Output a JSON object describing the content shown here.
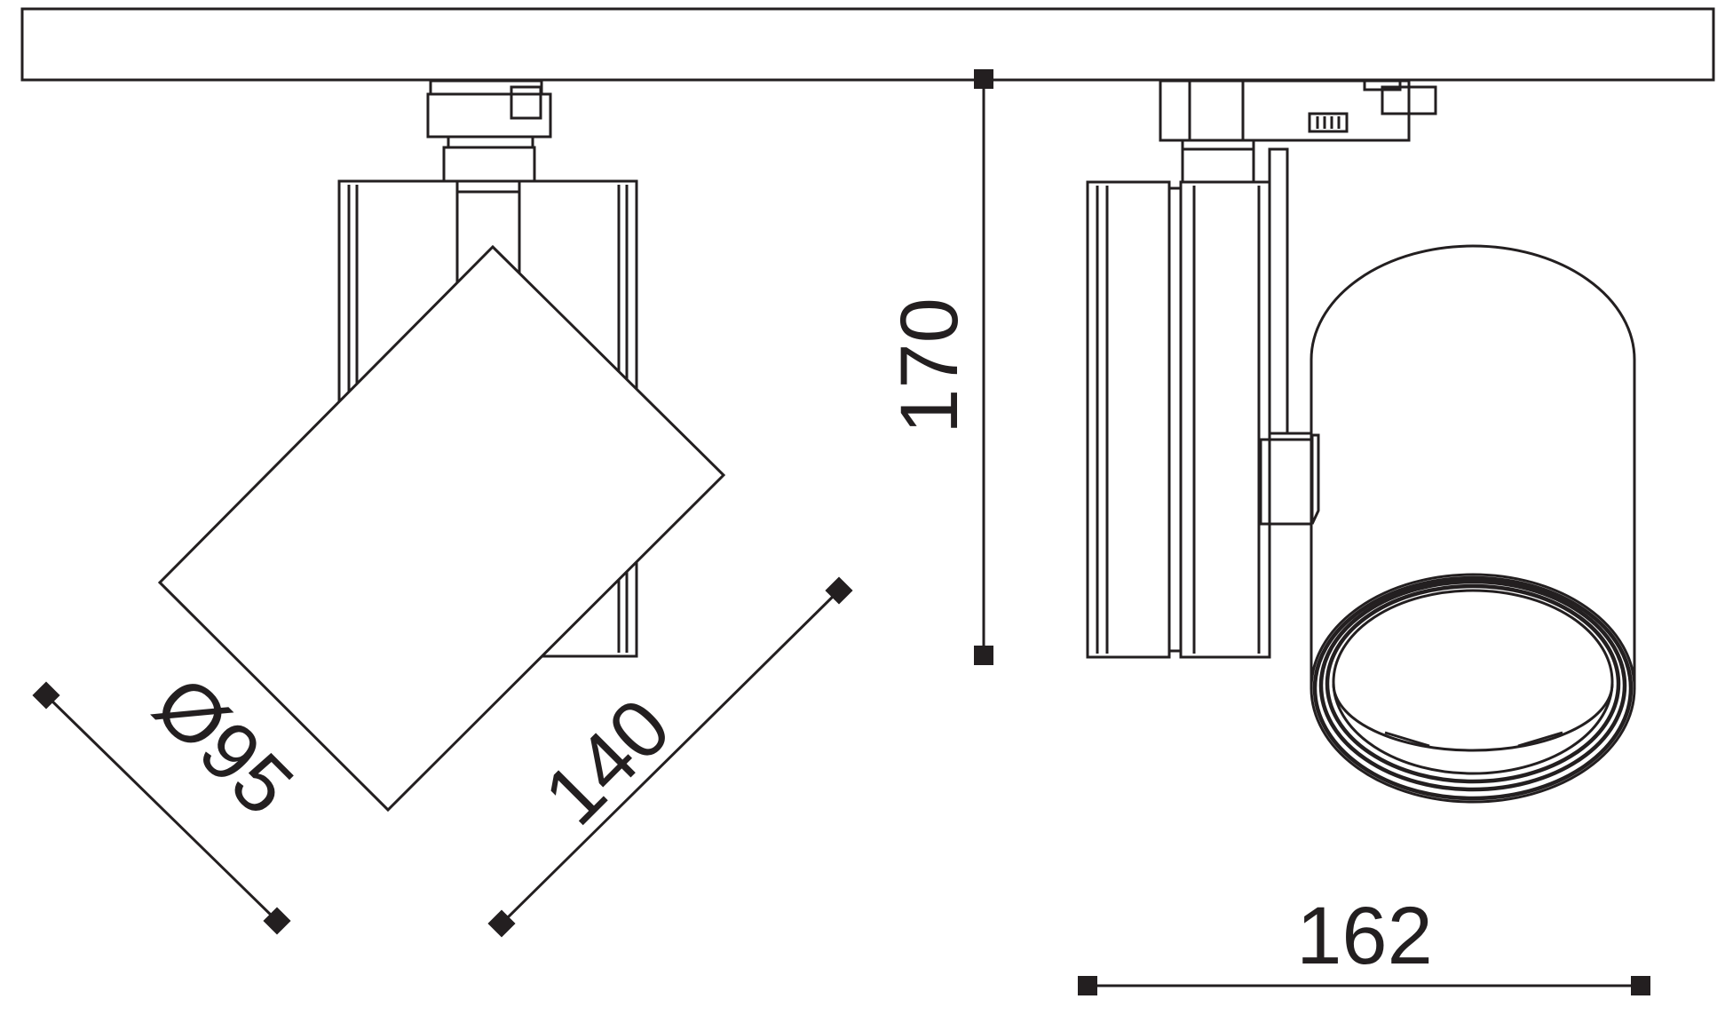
{
  "dimensions": {
    "diameter": "Ø95",
    "length": "140",
    "height": "170",
    "width": "162"
  }
}
